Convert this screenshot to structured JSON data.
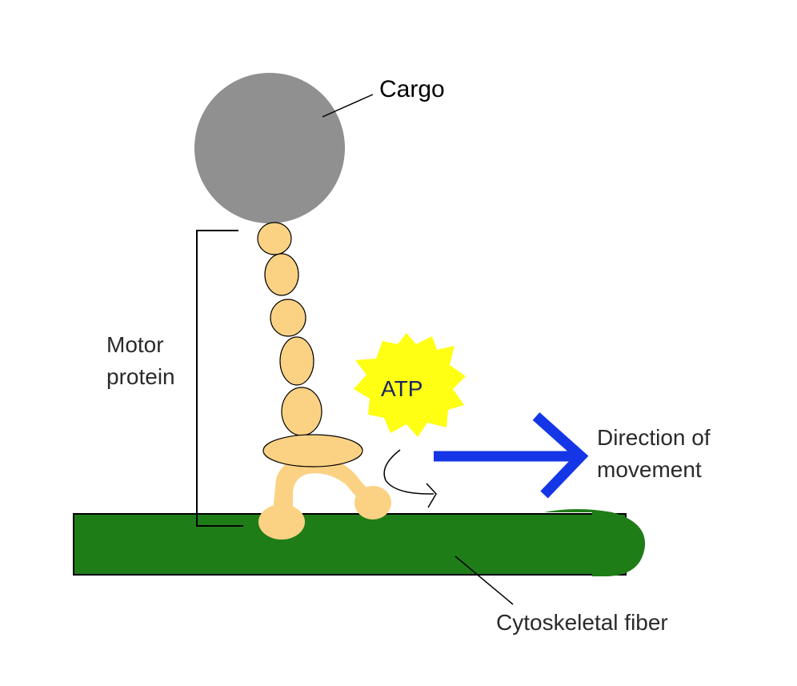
{
  "labels": {
    "cargo": "Cargo",
    "motor_line1": "Motor",
    "motor_line2": "protein",
    "atp": "ATP",
    "direction_line1": "Direction of",
    "direction_line2": "movement",
    "fiber": "Cytoskeletal fiber"
  },
  "colors": {
    "cargo": "#909090",
    "protein": "#FBD283",
    "atp": "#FFFF14",
    "fiber": "#1F7D18",
    "arrow": "#1436E6",
    "line": "#000000"
  }
}
